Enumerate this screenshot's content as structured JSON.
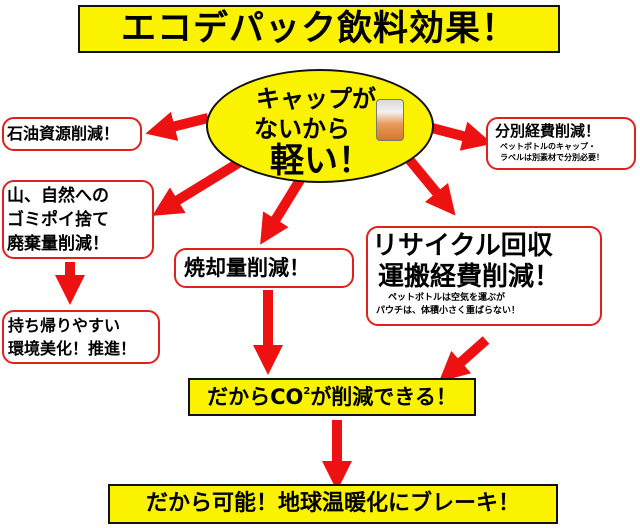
{
  "title": "エコデパック飲料効果！",
  "center": {
    "line1": "キャップが",
    "line2": "ないから",
    "line3": "軽い！"
  },
  "nodes": {
    "oil": "石油資源削減！",
    "litter": [
      "山、自然への",
      "ゴミポイ捨て",
      "廃棄量削減！"
    ],
    "carry": [
      "持ち帰りやすい",
      "環境美化！推進！"
    ],
    "incinerate": "焼却量削減！",
    "recycle": {
      "line1": "リサイクル回収",
      "line2": "運搬経費削減！",
      "note1": "ペットボトルは空気を運ぶが",
      "note2": "パウチは、体積小さく重ばらない！"
    },
    "sorting": {
      "main": "分別経費削減！",
      "note1": "ペットボトルのキャップ・",
      "note2": "ラベルは別素材で分別必要！"
    }
  },
  "co2": {
    "prefix": "だからCO",
    "sub": "2",
    "suffix": "が削減できる！"
  },
  "bottom": "だから可能！地球温暖化にブレーキ！",
  "colors": {
    "accent_yellow": "#fbf200",
    "arrow_red": "#ee1111",
    "box_border_red": "#e0201c"
  }
}
